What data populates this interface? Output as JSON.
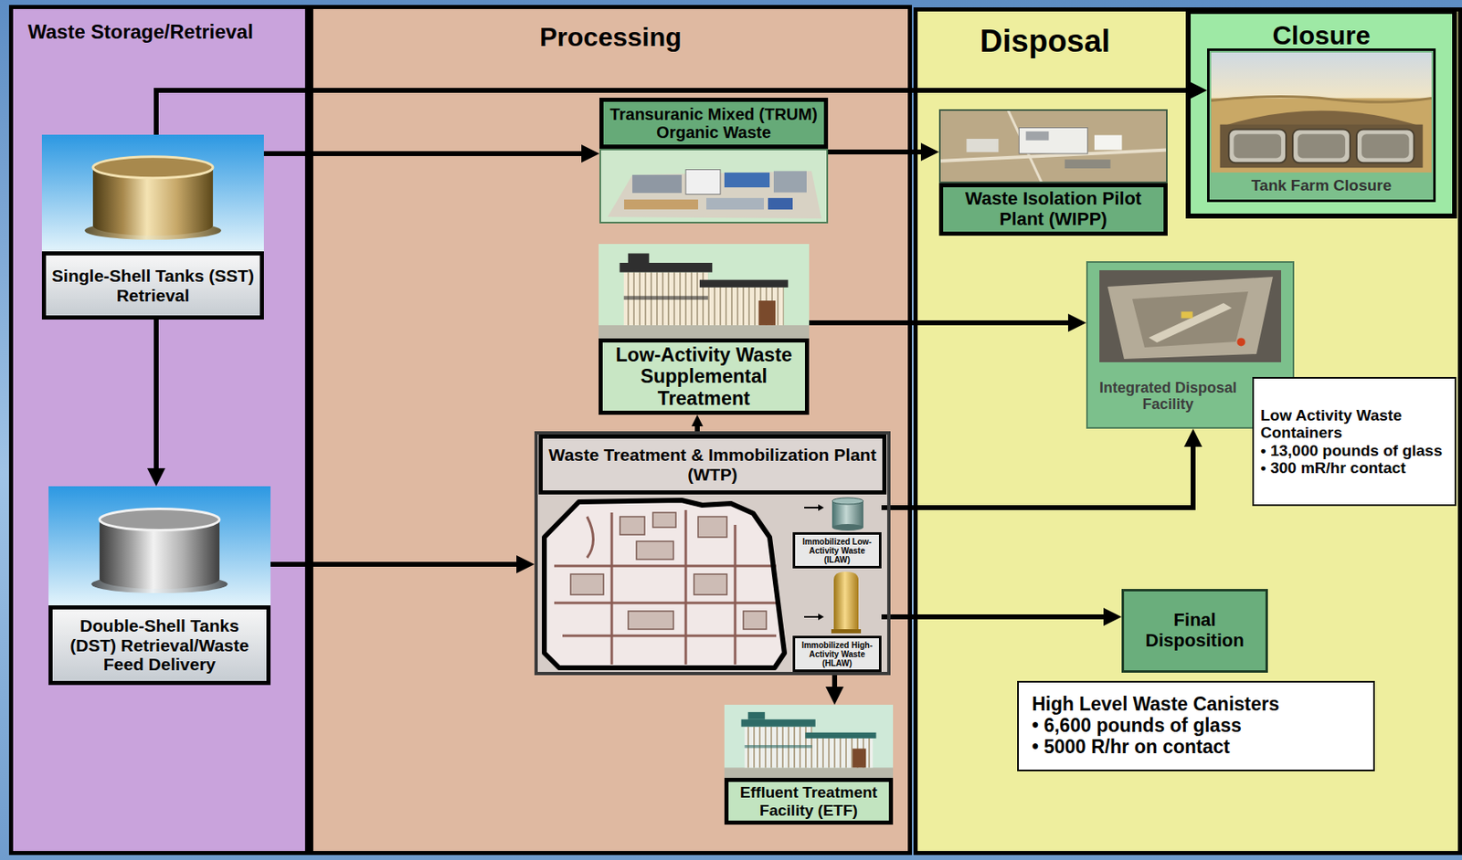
{
  "diagram": {
    "nodes": [
      {
        "text": [
          "Waste Storage/Retrieval"
        ]
      },
      {
        "text": [
          "Single-Shell Tanks (SST) Retrieval"
        ],
        "in": 0
      },
      {
        "text": [
          "Double-Shell Tanks (DST) Retrieval/Waste Feed Delivery"
        ],
        "in": 0
      },
      {
        "text": [
          "Processing"
        ]
      },
      {
        "text": [
          "Transuranic Mixed (TRUM) Organic Waste"
        ],
        "in": 3
      },
      {
        "text": [
          "Low-Activity Waste Supplemental Treatment"
        ],
        "in": 3
      },
      {
        "text": [
          "Waste Treatment & Immobilization Plant (WTP)"
        ],
        "in": 3
      },
      {
        "text": [
          "Immobilized Low-Activity Waste (ILAW)"
        ],
        "in": 6
      },
      {
        "text": [
          "Immobilized High-Activity Waste (HLAW)"
        ],
        "in": 6
      },
      {
        "text": [
          "Effluent Treatment Facility (ETF)"
        ],
        "in": 3
      },
      {
        "text": [
          "Disposal"
        ]
      },
      {
        "text": [
          "Waste Isolation Pilot Plant (WIPP)"
        ],
        "in": 10
      },
      {
        "text": [
          "Integrated Disposal Facility"
        ],
        "in": 10
      },
      {
        "text": [
          "Low Activity Waste Containers",
          "• 13,000 pounds of glass",
          "• 300 mR/hr contact"
        ],
        "in": 10
      },
      {
        "text": [
          "Final Disposition"
        ],
        "in": 10
      },
      {
        "text": [
          "High Level Waste Canisters",
          "• 6,600 pounds of glass",
          "• 5000 R/hr on contact"
        ],
        "in": 10
      },
      {
        "text": [
          "Closure"
        ]
      },
      {
        "text": [
          "Tank Farm Closure"
        ],
        "in": 16
      }
    ],
    "edges": [
      {
        "from": 1,
        "to": 4,
        "arrow": "to"
      },
      {
        "from": 1,
        "to": 17,
        "arrow": "to"
      },
      {
        "from": 1,
        "to": 2,
        "arrow": "to"
      },
      {
        "from": 4,
        "to": 11,
        "arrow": "to"
      },
      {
        "from": 2,
        "to": 6,
        "arrow": "to"
      },
      {
        "from": 6,
        "to": 5,
        "arrow": "to"
      },
      {
        "from": 5,
        "to": 12,
        "arrow": "to"
      },
      {
        "from": 7,
        "to": 12,
        "arrow": "to"
      },
      {
        "from": 8,
        "to": 14,
        "arrow": "to"
      },
      {
        "from": 6,
        "to": 9,
        "arrow": "to"
      }
    ]
  }
}
